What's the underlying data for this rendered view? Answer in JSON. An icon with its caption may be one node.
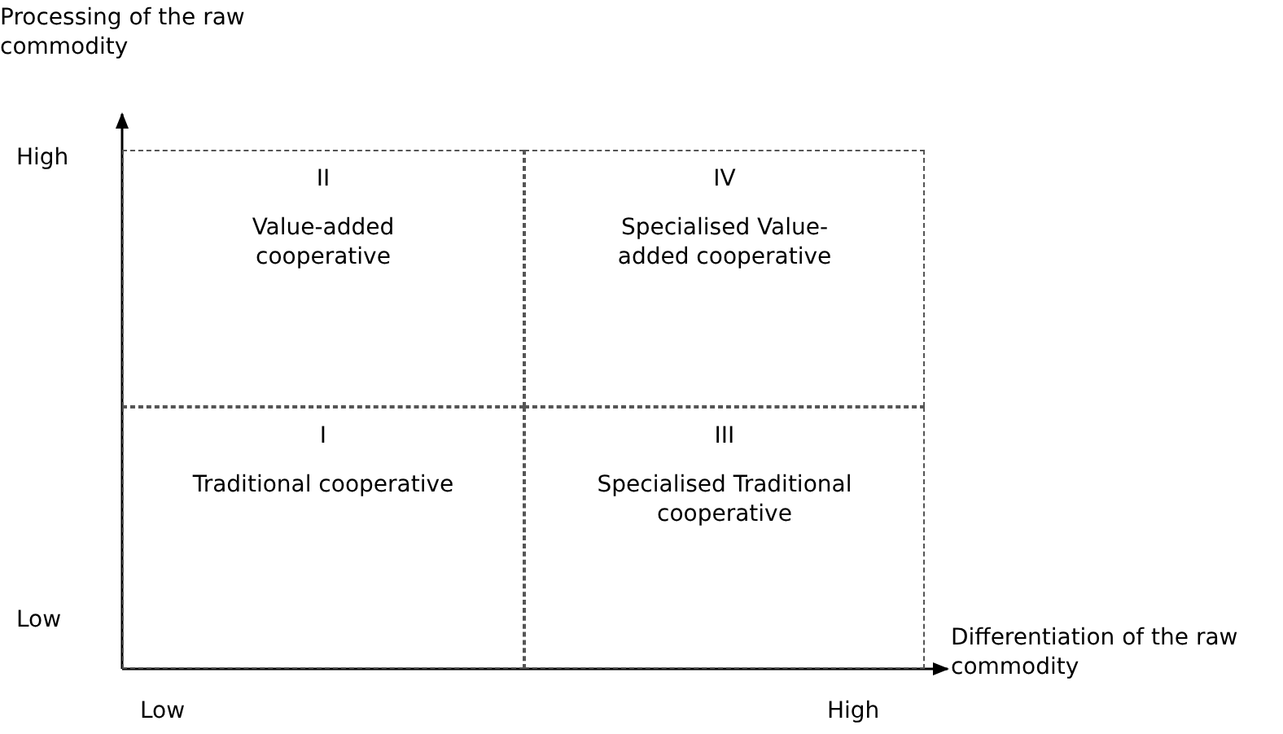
{
  "diagram": {
    "nodes": [
      {
        "text": [
          "II",
          "Value-added cooperative"
        ]
      },
      {
        "text": [
          "IV",
          "Specialised Value-added cooperative"
        ]
      },
      {
        "text": [
          "I",
          "Traditional cooperative"
        ]
      },
      {
        "text": [
          "III",
          "Specialised Traditional cooperative"
        ]
      }
    ],
    "labels": [
      "Processing of the raw commodity",
      "High",
      "Low",
      "Differentiation of the raw commodity",
      "Low",
      "High"
    ]
  }
}
